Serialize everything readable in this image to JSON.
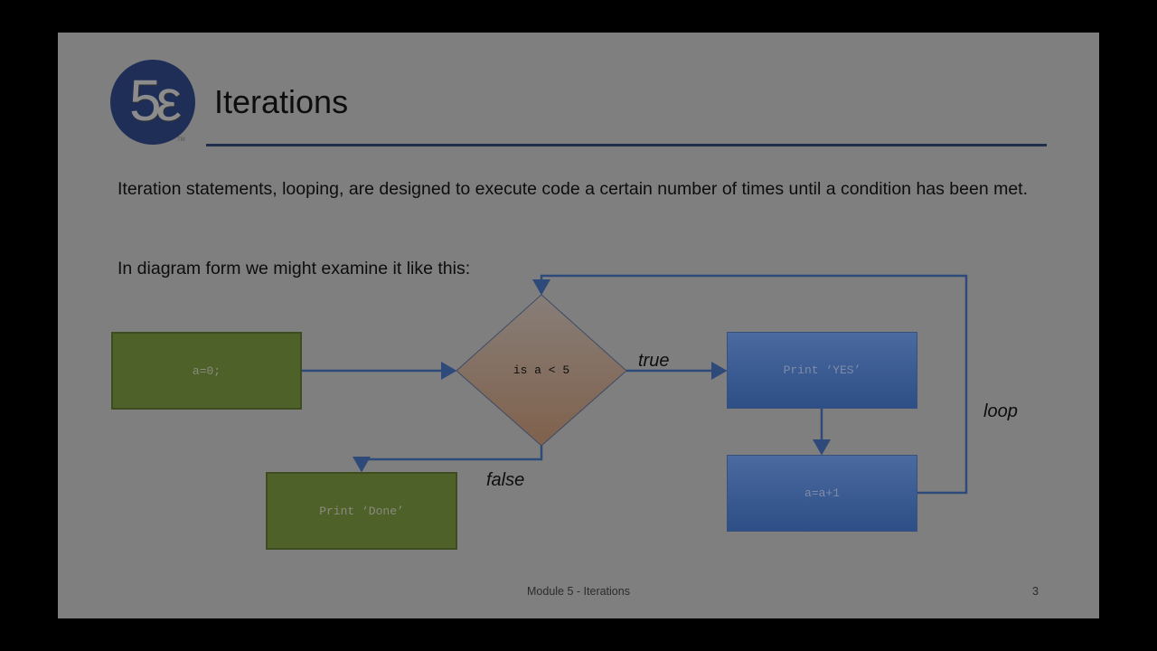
{
  "slide": {
    "logo_text": "5ε",
    "logo_tm": "TM",
    "title": "Iterations",
    "paragraph1": "Iteration statements, looping, are designed to execute code a certain number of times until a condition has been met.",
    "paragraph2": "In diagram form we might examine it like this:",
    "footer": "Module 5 - Iterations",
    "page_number": "3"
  },
  "diagram": {
    "nodes": {
      "init": "a=0;",
      "condition": "is a < 5",
      "print_yes": "Print ‘YES’",
      "increment": "a=a+1",
      "print_done": "Print ‘Done’"
    },
    "edge_labels": {
      "true": "true",
      "false": "false",
      "loop": "loop"
    },
    "colors": {
      "process_green": "#4e6128",
      "process_blue": "#2d4e86",
      "decision": "#857260",
      "connector": "#2e4a7a"
    }
  }
}
